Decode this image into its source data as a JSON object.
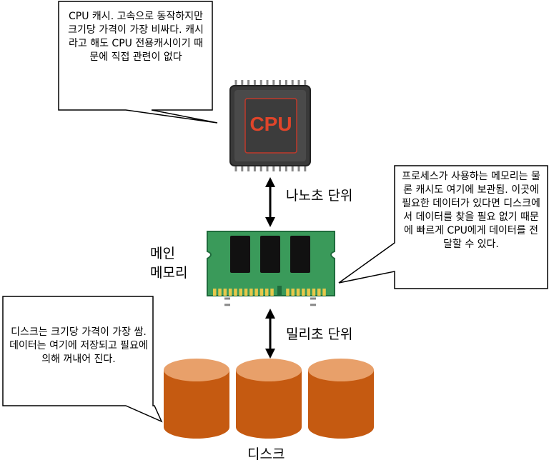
{
  "cpu": {
    "chip_label": "CPU",
    "callout": "CPU 캐시. 고속으로 동작하지만 크기당 가격이 가장 비싸다. 캐시라고 해도 CPU 전용캐시이기 때문에 직접 관련이 없다"
  },
  "arrow_top_label": "나노초 단위",
  "memory": {
    "label_line1": "메인",
    "label_line2": "메모리",
    "callout": "프로세스가 사용하는 메모리는 물론 캐시도 여기에 보관됨. 이곳에 필요한 데이터가 있다면 디스크에서 데이터를 찾을 필요 없기 때문에 빠르게 CPU에게 데이터를 전달할 수 있다."
  },
  "arrow_bottom_label": "밀리초 단위",
  "disk": {
    "label": "디스크",
    "callout": "디스크는 크기당 가격이 가장 쌈. 데이터는 여기에 저장되고 필요에 의해 꺼내어 진다."
  },
  "colors": {
    "chip_body": "#4a4a4a",
    "chip_text": "#e0452a",
    "ram_board": "#2e8b57",
    "disk_body": "#c55a11",
    "disk_top": "#e8a06a"
  }
}
